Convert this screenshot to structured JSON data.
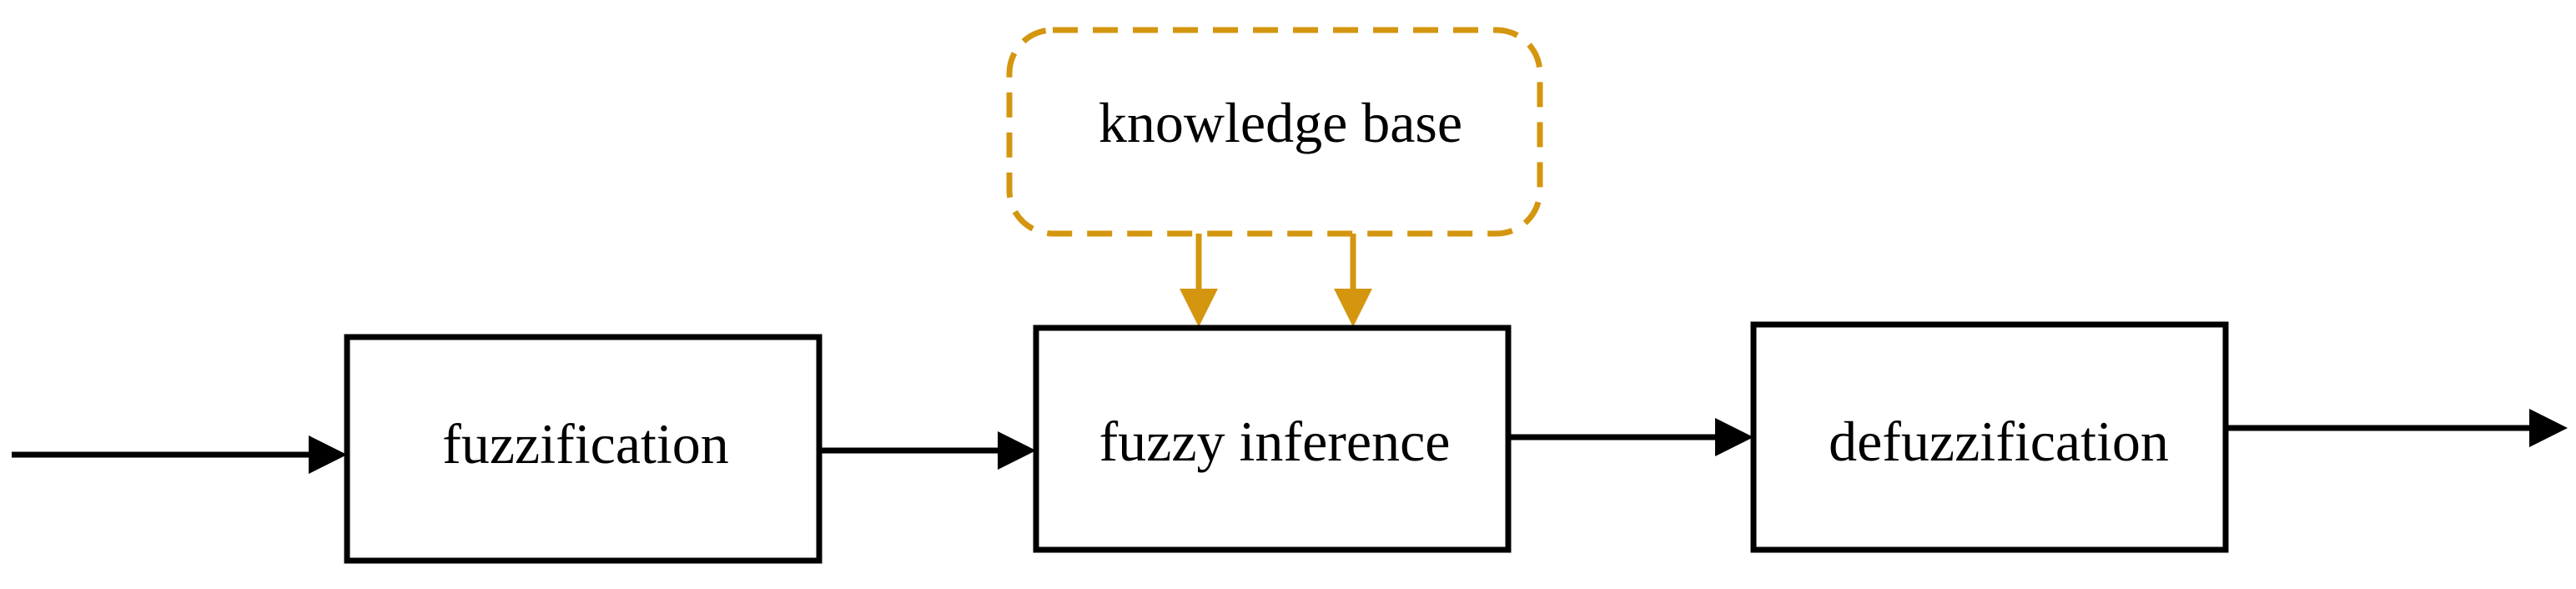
{
  "diagram": {
    "blocks": [
      {
        "id": "fuzzification",
        "label": "fuzzification"
      },
      {
        "id": "fuzzy-inference",
        "label": "fuzzy inference"
      },
      {
        "id": "defuzzification",
        "label": "defuzzification"
      }
    ],
    "knowledge_base": {
      "label": "knowledge base"
    },
    "colors": {
      "line": "#000000",
      "knowledge_base": "#D4960F"
    }
  }
}
